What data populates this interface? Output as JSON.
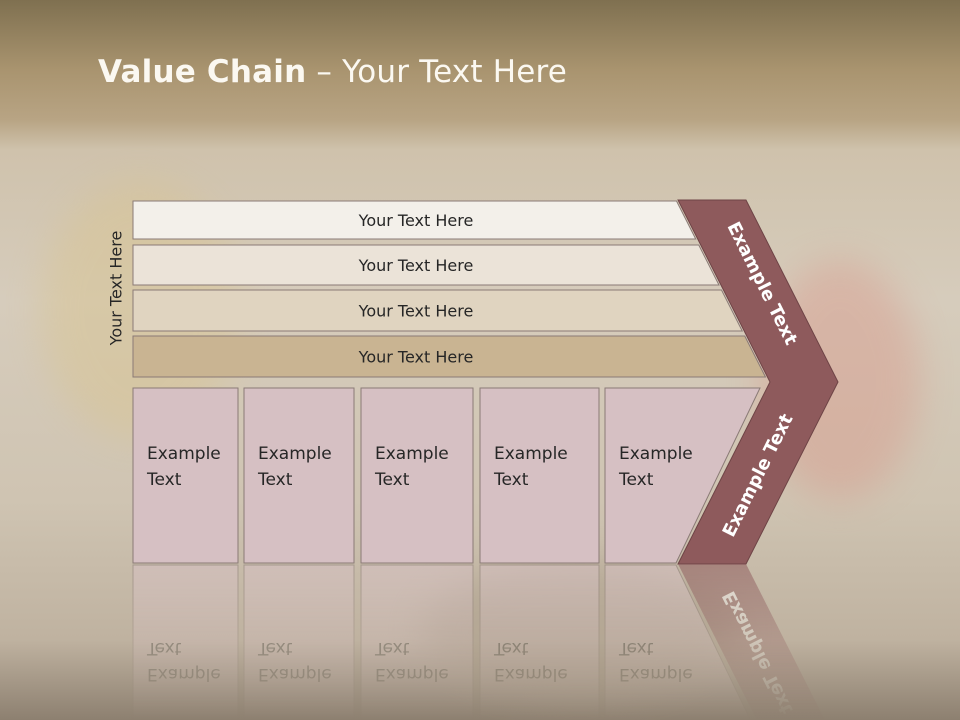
{
  "title": {
    "bold": "Value Chain",
    "rest": " – Your Text Here"
  },
  "side_label": "Your Text Here",
  "rows": [
    {
      "label": "Your Text Here",
      "fill": "#f3f0ea"
    },
    {
      "label": "Your Text Here",
      "fill": "#ebe3d8"
    },
    {
      "label": "Your Text Here",
      "fill": "#e0d4c0"
    },
    {
      "label": "Your Text Here",
      "fill": "#c9b492"
    }
  ],
  "columns": [
    {
      "line1": "Example",
      "line2": "Text"
    },
    {
      "line1": "Example",
      "line2": "Text"
    },
    {
      "line1": "Example",
      "line2": "Text"
    },
    {
      "line1": "Example",
      "line2": "Text"
    },
    {
      "line1": "Example",
      "line2": "Text"
    }
  ],
  "chevron_upper_text": "Example Text",
  "chevron_lower_text": "Example Text",
  "colors": {
    "chevron": "#8e5a5c",
    "column_fill": "#d6c0c3",
    "column_stroke": "#8a7a76",
    "text": "#262626",
    "chevron_text": "#ffffff"
  }
}
